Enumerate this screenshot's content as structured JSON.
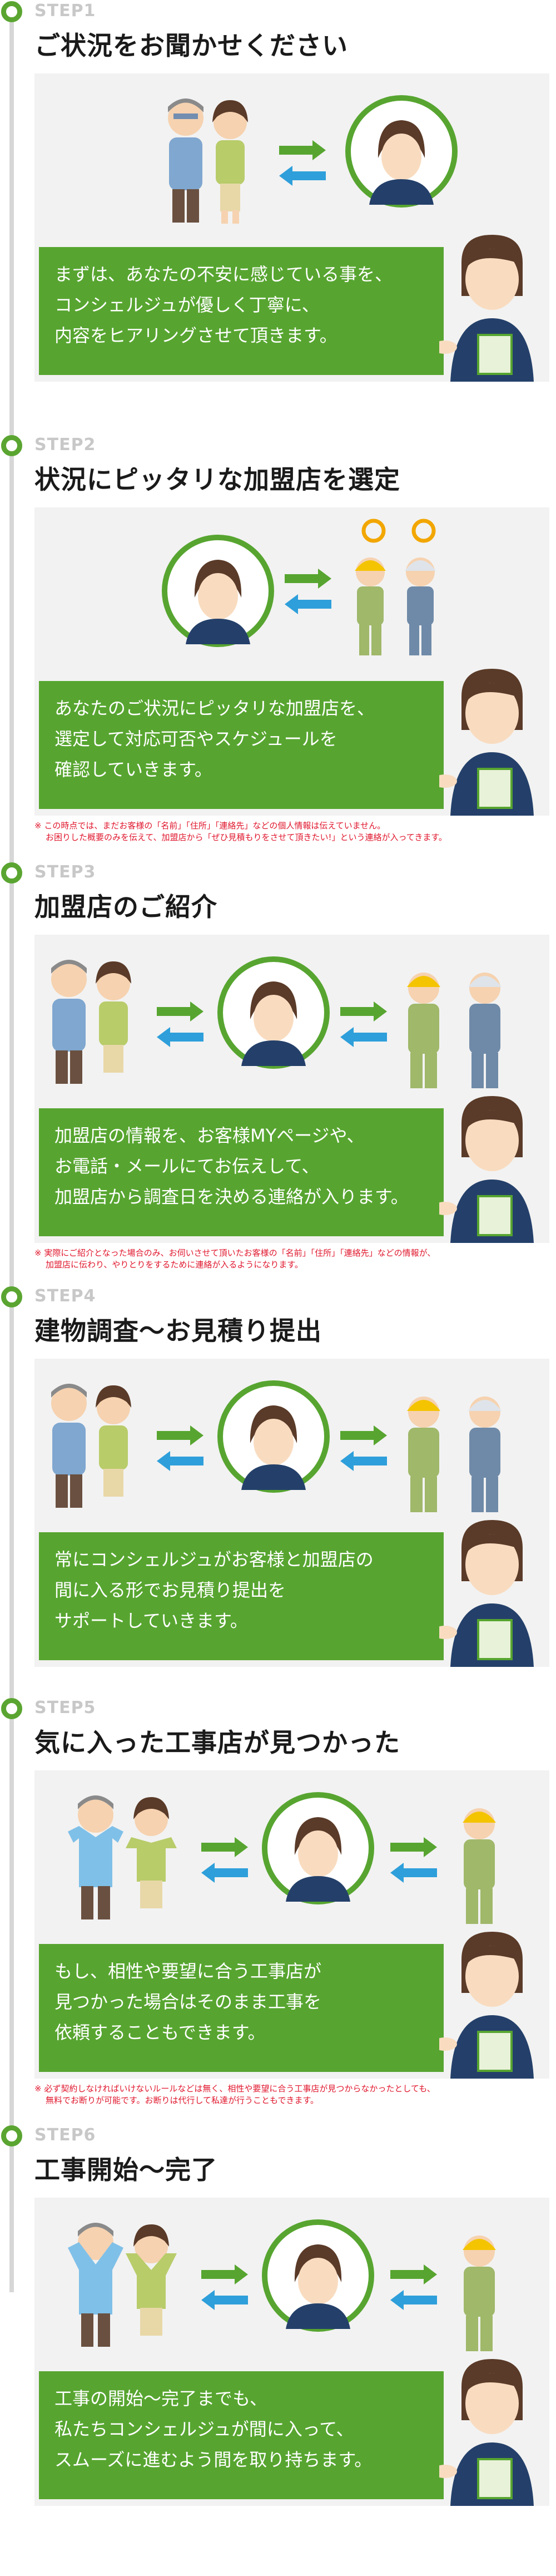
{
  "colors": {
    "green": "#57a530",
    "blue": "#2e9fda",
    "label_grey": "#c8c8c8",
    "note_red": "#e0172d",
    "panel_bg": "#f2f2f2"
  },
  "steps": [
    {
      "label": "STEP1",
      "title": "ご状況をお聞かせください",
      "message": [
        "まずは、あなたの不安に感じている事を、",
        "コンシェルジュが優しく丁寧に、",
        "内容をヒアリングさせて頂きます。"
      ],
      "note": []
    },
    {
      "label": "STEP2",
      "title": "状況にピッタリな加盟店を選定",
      "message": [
        "あなたのご状況にピッタリな加盟店を、",
        "選定して対応可否やスケジュールを",
        "確認していきます。"
      ],
      "note": [
        "※ この時点では、まだお客様の「名前」「住所」「連絡先」などの個人情報は伝えていません。",
        "お困りした概要のみを伝えて、加盟店から「ぜひ見積もりをさせて頂きたい!」という連絡が入ってきます。"
      ]
    },
    {
      "label": "STEP3",
      "title": "加盟店のご紹介",
      "message": [
        "加盟店の情報を、お客様MYページや、",
        "お電話・メールにてお伝えして、",
        "加盟店から調査日を決める連絡が入ります。"
      ],
      "note": [
        "※ 実際にご紹介となった場合のみ、お伺いさせて頂いたお客様の「名前」「住所」「連絡先」などの情報が、",
        "加盟店に伝わり、やりとりをするために連絡が入るようになります。"
      ]
    },
    {
      "label": "STEP4",
      "title": "建物調査～お見積り提出",
      "message": [
        "常にコンシェルジュがお客様と加盟店の",
        "間に入る形でお見積り提出を",
        "サポートしていきます。"
      ],
      "note": []
    },
    {
      "label": "STEP5",
      "title": "気に入った工事店が見つかった",
      "message": [
        "もし、相性や要望に合う工事店が",
        "見つかった場合はそのまま工事を",
        "依頼することもできます。"
      ],
      "note": [
        "※ 必ず契約しなければいけないルールなどは無く、相性や要望に合う工事店が見つからなかったとしても、",
        "無料でお断りが可能です。お断りは代行して私達が行うこともできます。"
      ]
    },
    {
      "label": "STEP6",
      "title": "工事開始～完了",
      "message": [
        "工事の開始～完了までも、",
        "私たちコンシェルジュが間に入って、",
        "スムーズに進むよう間を取り持ちます。"
      ],
      "note": []
    }
  ],
  "icons": [
    "customer-couple-icon",
    "concierge-icon",
    "contractor-icon",
    "double-arrow-icon"
  ]
}
